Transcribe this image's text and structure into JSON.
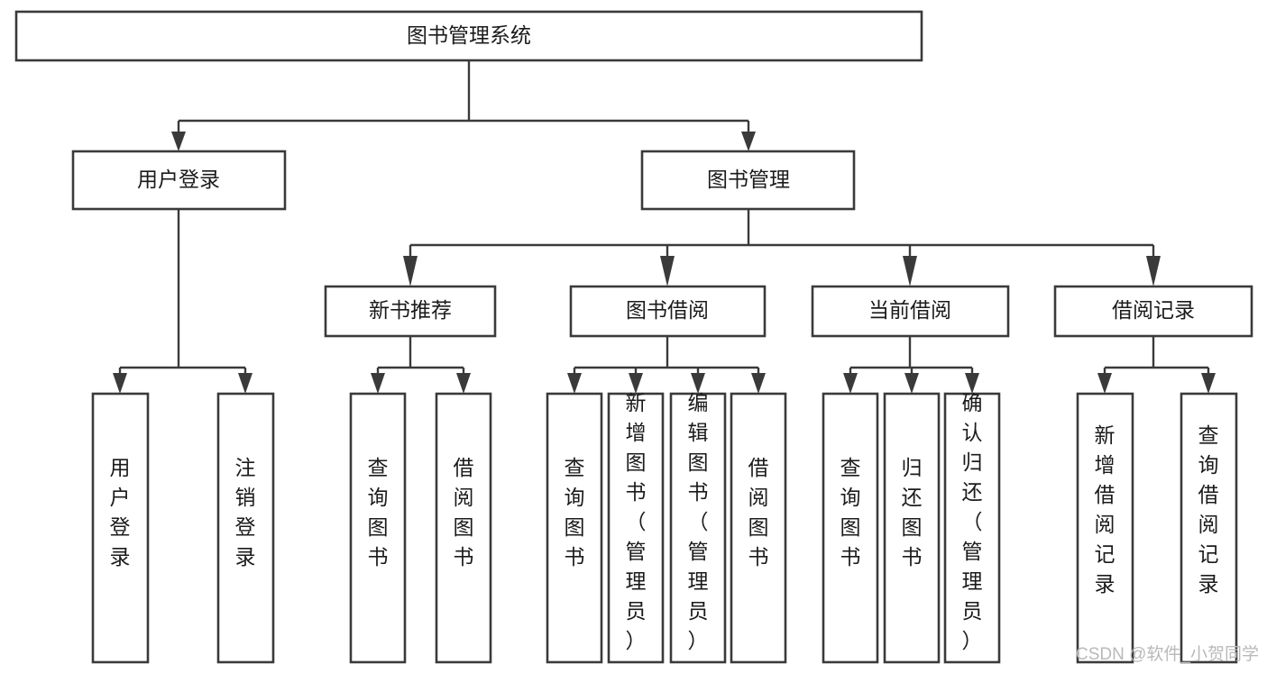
{
  "diagram": {
    "type": "tree-hierarchy",
    "title_node": "图书管理系统",
    "orientation": "top-down",
    "colors": {
      "box_stroke": "#3a3a3a",
      "box_fill": "#ffffff",
      "text": "#1b1b1b",
      "connector": "#3a3a3a",
      "background": "#ffffff",
      "watermark": "#b9b9b9"
    },
    "levels": {
      "root": {
        "label": "图书管理系统"
      },
      "level2": [
        {
          "label": "用户登录"
        },
        {
          "label": "图书管理"
        }
      ],
      "level3": [
        {
          "label": "新书推荐"
        },
        {
          "label": "图书借阅"
        },
        {
          "label": "当前借阅"
        },
        {
          "label": "借阅记录"
        }
      ],
      "leaves": {
        "user_login": [
          {
            "label": "用户登录"
          },
          {
            "label": "注销登录"
          }
        ],
        "new_book_recommend": [
          {
            "label": "查询图书"
          },
          {
            "label": "借阅图书"
          }
        ],
        "book_borrow": [
          {
            "label": "查询图书"
          },
          {
            "label": "新增图书（管理员）"
          },
          {
            "label": "编辑图书（管理员）"
          },
          {
            "label": "借阅图书"
          }
        ],
        "current_borrow": [
          {
            "label": "查询图书"
          },
          {
            "label": "归还图书"
          },
          {
            "label": "确认归还（管理员）"
          }
        ],
        "borrow_record": [
          {
            "label": "新增借阅记录"
          },
          {
            "label": "查询借阅记录"
          }
        ]
      }
    }
  },
  "watermark": {
    "text": "CSDN @软件_小贺同学"
  }
}
